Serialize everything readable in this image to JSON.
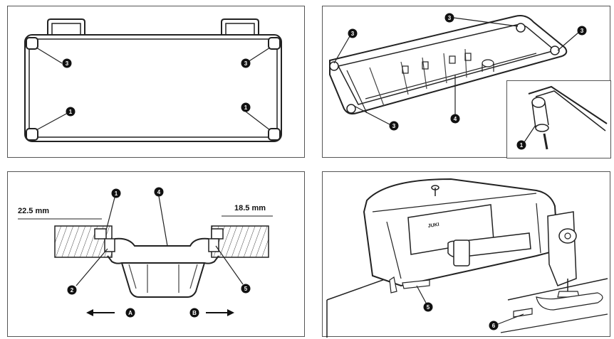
{
  "callouts": {
    "one": "1",
    "two": "2",
    "three": "3",
    "four": "4",
    "five": "5",
    "six": "6",
    "a": "A",
    "b": "B"
  },
  "dims": {
    "left": "22.5 mm",
    "right": "18.5 mm"
  },
  "machine": {
    "brand": "JUKI"
  }
}
